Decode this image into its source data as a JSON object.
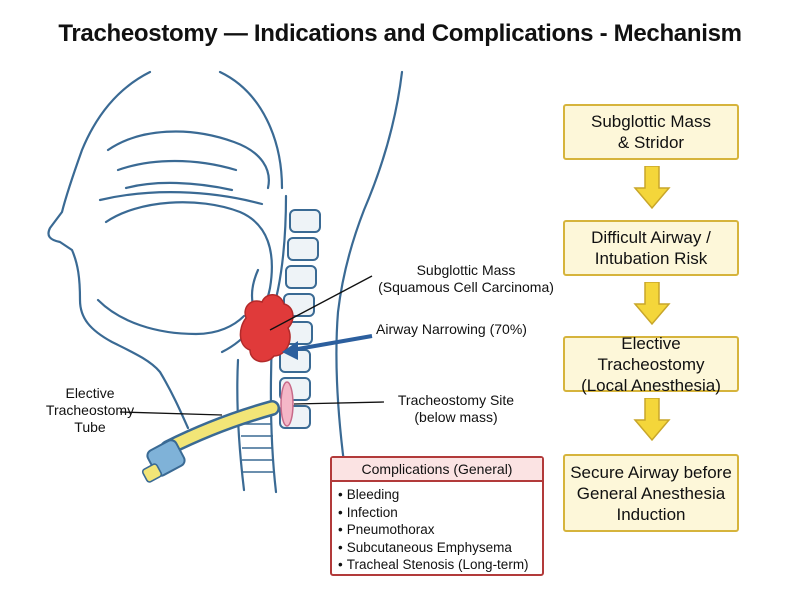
{
  "title": "Tracheostomy — Indications and Complications - Mechanism",
  "labels": {
    "mass": [
      "Subglottic Mass",
      "(Squamous Cell Carcinoma)"
    ],
    "narrowing": "Airway Narrowing (70%)",
    "site": [
      "Tracheostomy Site",
      "(below mass)"
    ],
    "tube": [
      "Elective",
      "Tracheostomy",
      "Tube"
    ]
  },
  "flow": [
    {
      "lines": [
        "Subglottic Mass",
        "& Stridor"
      ]
    },
    {
      "lines": [
        "Difficult Airway /",
        "Intubation Risk"
      ]
    },
    {
      "lines": [
        "Elective Tracheostomy",
        "(Local Anesthesia)"
      ]
    },
    {
      "lines": [
        "Secure Airway before",
        "General Anesthesia",
        "Induction"
      ]
    }
  ],
  "complications": {
    "header": "Complications (General)",
    "items": [
      "Bleeding",
      "Infection",
      "Pneumothorax",
      "Subcutaneous Emphysema",
      "Tracheal Stenosis (Long-term)"
    ]
  },
  "colors": {
    "anatomy_line": "#3a6a94",
    "flow_fill": "#fdf7d9",
    "flow_border": "#d6b43c",
    "arrow_fill": "#f4d63a",
    "mass_fill": "#e03a3a",
    "tube_fill": "#f2e577",
    "complication_border": "#b23a3a",
    "pointer_arrow": "#2c5f9e"
  }
}
